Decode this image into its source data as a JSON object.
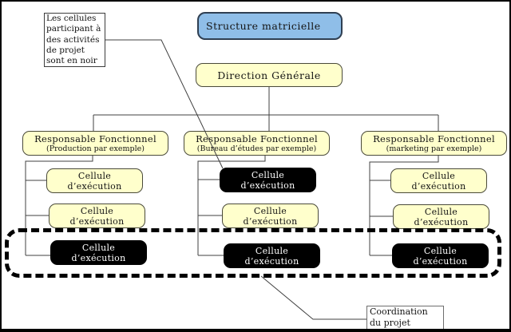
{
  "note": {
    "text": "Les cellules\nparticipant à\ndes activités\nde projet\nsont en  noir"
  },
  "title": {
    "label": "Structure  matricielle"
  },
  "direction": {
    "label": "Direction Générale"
  },
  "columns": [
    {
      "manager": {
        "title": "Responsable Fonctionnel",
        "subtitle": "(Production par exemple)"
      },
      "cells": [
        {
          "line1": "Cellule",
          "line2": "d’exécution",
          "project": false
        },
        {
          "line1": "Cellule",
          "line2": "d’exécution",
          "project": false
        },
        {
          "line1": "Cellule",
          "line2": "d’exécution",
          "project": true
        }
      ]
    },
    {
      "manager": {
        "title": "Responsable Fonctionnel",
        "subtitle": "(Bureau d’études par exemple)"
      },
      "cells": [
        {
          "line1": "Cellule",
          "line2": "d’exécution",
          "project": true
        },
        {
          "line1": "Cellule",
          "line2": "d’exécution",
          "project": false
        },
        {
          "line1": "Cellule",
          "line2": "d’exécution",
          "project": true
        }
      ]
    },
    {
      "manager": {
        "title": "Responsable Fonctionnel",
        "subtitle": "(marketing par exemple)"
      },
      "cells": [
        {
          "line1": "Cellule",
          "line2": "d’exécution",
          "project": false
        },
        {
          "line1": "Cellule",
          "line2": "d’exécution",
          "project": false
        },
        {
          "line1": "Cellule",
          "line2": "d’exécution",
          "project": true
        }
      ]
    }
  ],
  "coordination": {
    "text": "Coordination\ndu projet"
  },
  "colors": {
    "title_fill": "#8FBEE8",
    "unit_fill": "#FFFFCC",
    "project_cell_fill": "#000000",
    "project_cell_text": "#FFFFFF",
    "connector": "#404040"
  }
}
